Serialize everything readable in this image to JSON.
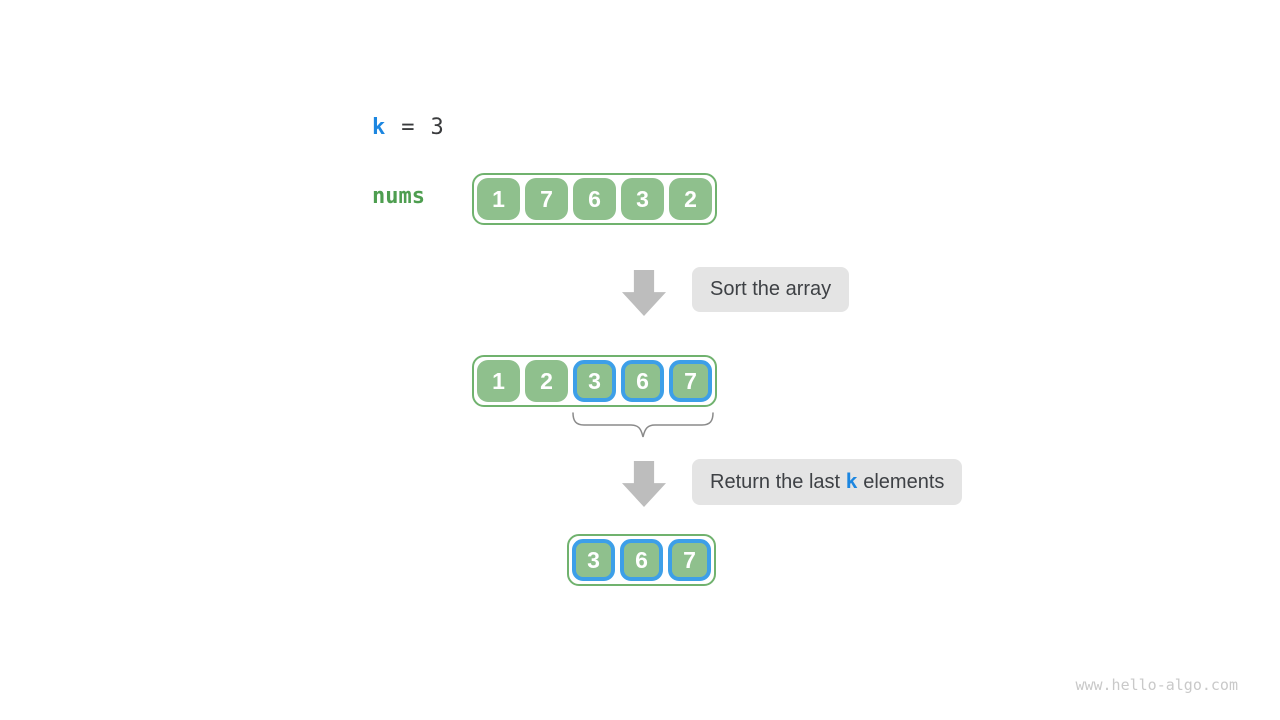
{
  "colors": {
    "page-bg": "#ffffff",
    "blue-text": "#1c86e0",
    "green-text": "#4e9e50",
    "dark-text": "#3a3b3d",
    "cell-green": "#8fc08d",
    "array-border": "#70b26e",
    "hl-blue": "#3d9fe8",
    "arrow-gray": "#bdbdbd",
    "label-bg": "#e4e4e4",
    "label-text": "#3e4145",
    "brace": "#8a8a8a",
    "watermark": "#c9c9c9"
  },
  "variables": {
    "k_name": "k",
    "equals": "=",
    "k_value": "3",
    "nums_label": "nums"
  },
  "arrays": {
    "initial": {
      "values": [
        "1",
        "7",
        "6",
        "3",
        "2"
      ],
      "highlighted": []
    },
    "sorted": {
      "values": [
        "1",
        "2",
        "3",
        "6",
        "7"
      ],
      "highlighted": [
        2,
        3,
        4
      ]
    },
    "result": {
      "values": [
        "3",
        "6",
        "7"
      ],
      "highlighted": [
        0,
        1,
        2
      ]
    }
  },
  "steps": {
    "step1_label": "Sort the array",
    "step2_prefix": "Return the last ",
    "step2_k": "k",
    "step2_suffix": " elements"
  },
  "footer": {
    "watermark": "www.hello-algo.com"
  }
}
